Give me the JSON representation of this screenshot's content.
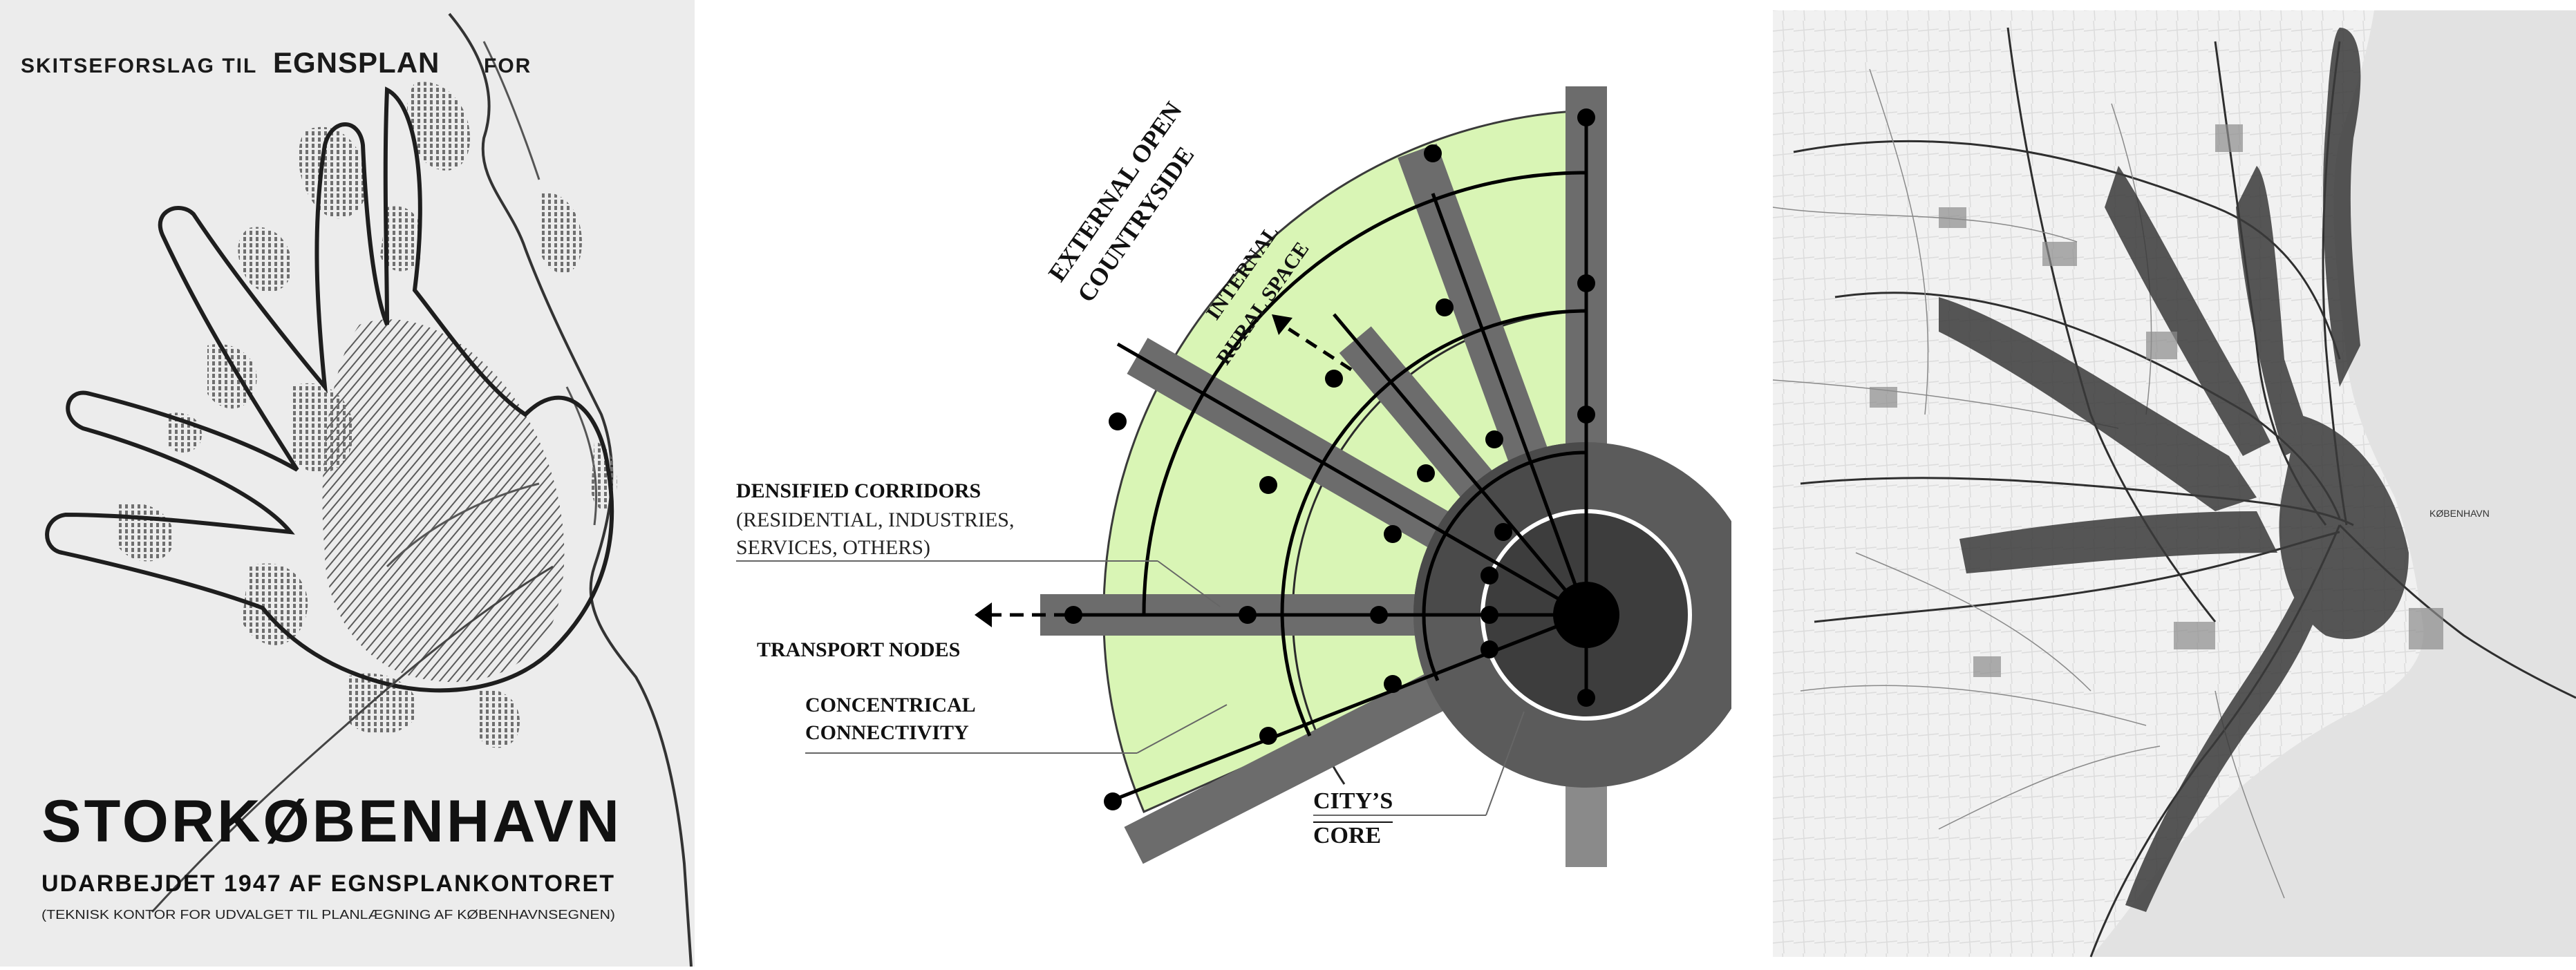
{
  "poster": {
    "header_prefix": "SKITSEFORSLAG TIL",
    "header_plan": "EGNSPLAN",
    "header_suffix": "FOR",
    "title": "STORKØBENHAVN",
    "subtitle": "UDARBEJDET 1947 AF EGNSPLANKONTORET",
    "note": "(TEKNISK KONTOR FOR UDVALGET TIL PLANLÆGNING AF KØBENHAVNSEGNEN)"
  },
  "diagram": {
    "external_line1": "EXTERNAL OPEN",
    "external_line2": "COUNTRYSIDE",
    "internal_line1": "INTERNAL",
    "internal_line2": "RURAL SPACE",
    "densified_title": "DENSIFIED CORRIDORS",
    "densified_line1": "(RESIDENTIAL, INDUSTRIES,",
    "densified_line2": "SERVICES, OTHERS)",
    "transport_nodes": "TRANSPORT NODES",
    "concentrical_line1": "CONCENTRICAL",
    "concentrical_line2": "CONNECTIVITY",
    "core_line1": "CITY’S",
    "core_line2": "CORE"
  },
  "map": {
    "city_label": "KØBENHAVN"
  },
  "colors": {
    "green_fan": "#d9f5b5",
    "corridor": "#6c6c6c",
    "core": "#3d3d3d",
    "poster_bg": "#ececec"
  }
}
